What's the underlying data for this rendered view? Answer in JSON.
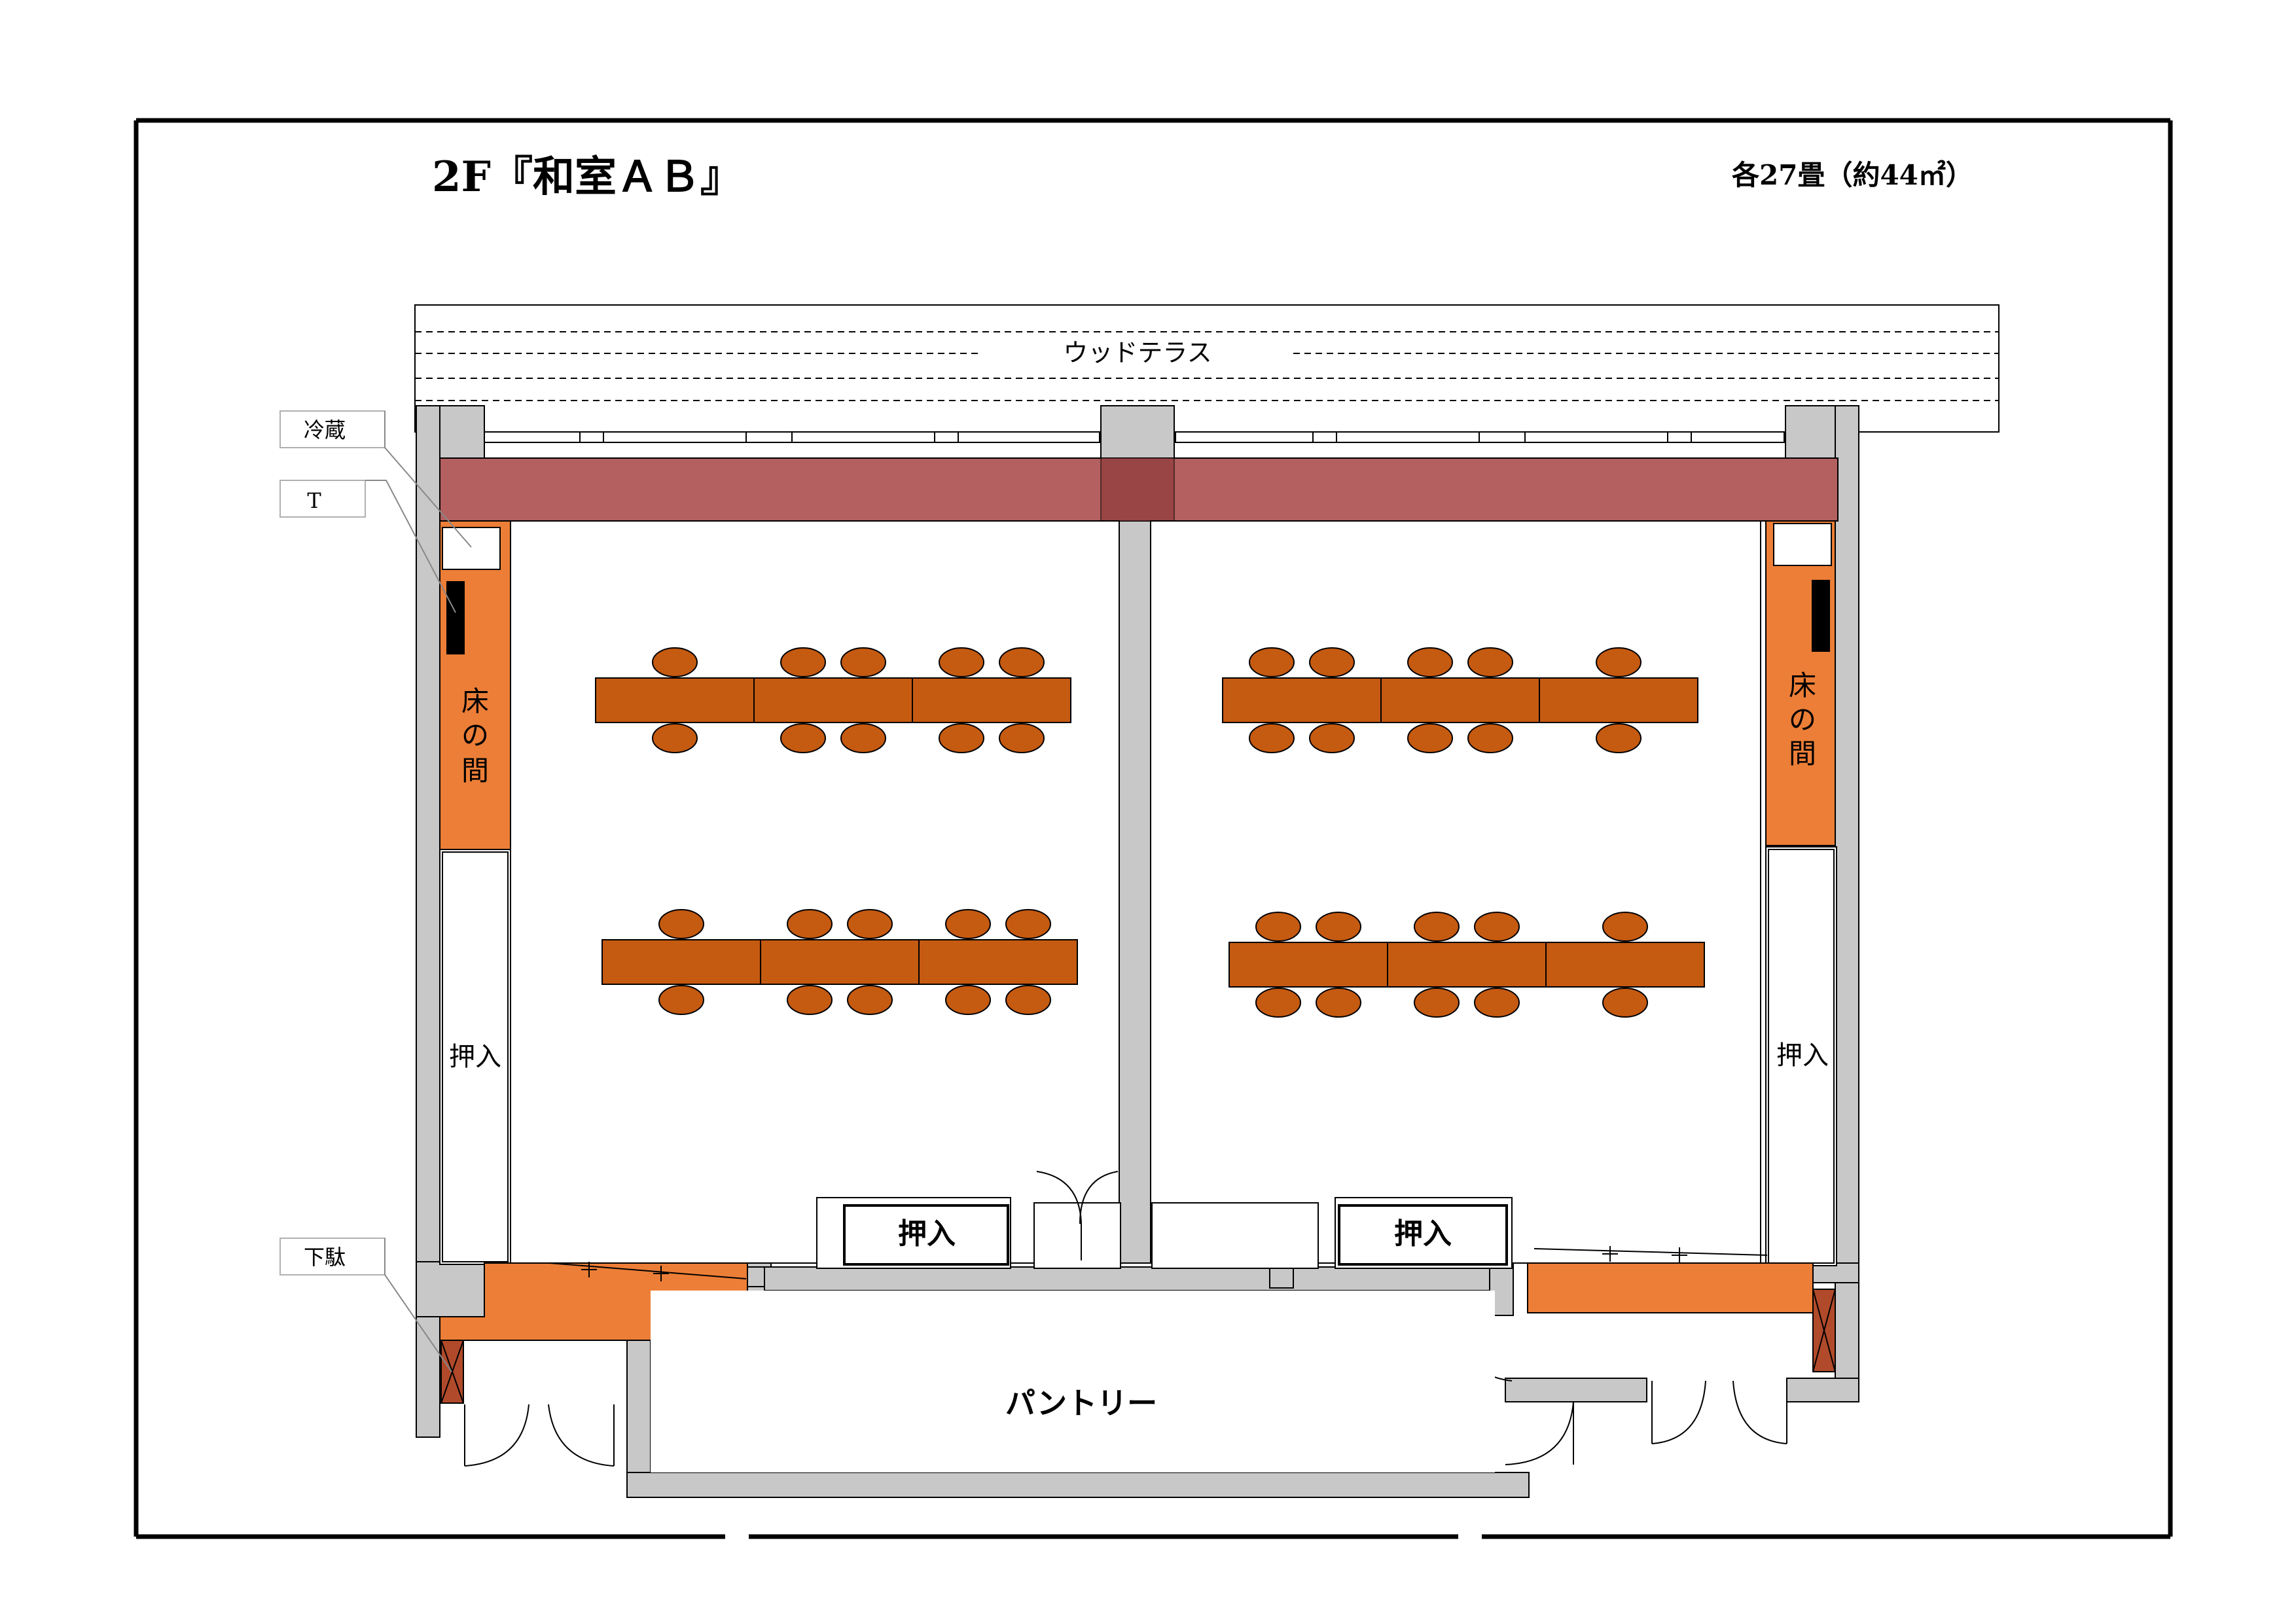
{
  "header": {
    "title": "2F『和室ＡＢ』",
    "area": "各27畳（約44㎡）"
  },
  "labels": {
    "wood_terrace": "ウッドテラス",
    "pantry": "パントリー",
    "tokonoma": [
      "床",
      "の",
      "間"
    ],
    "closet_left": "押入",
    "closet_right": "押入",
    "closet_bottom_a": "押入",
    "closet_bottom_b": "押入"
  },
  "callouts": {
    "fridge": "冷蔵",
    "tv": "T",
    "shoes": "下駄"
  },
  "colors": {
    "wall": "#c8c8c8",
    "orange": "#ec7e37",
    "table": "#c55a11",
    "veranda": "#b46060",
    "outline": "#000000"
  }
}
